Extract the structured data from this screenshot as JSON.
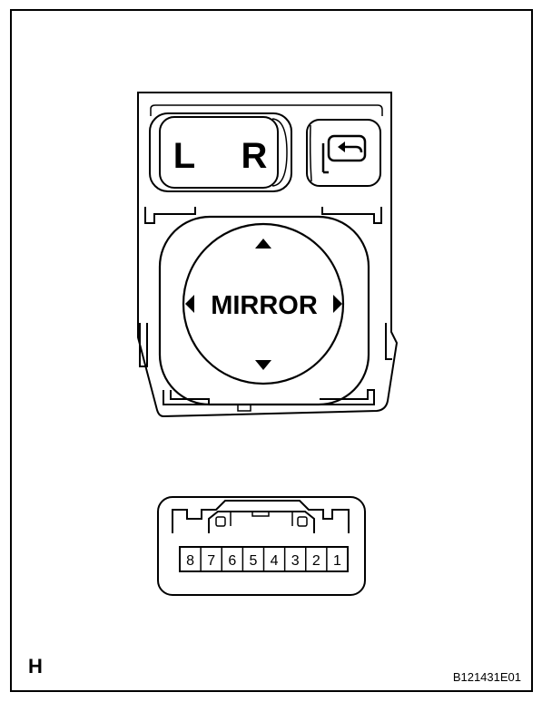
{
  "switch": {
    "left_label": "L",
    "right_label": "R",
    "pad_label": "MIRROR",
    "fold_icon": "mirror-fold-icon",
    "arrow_icons": [
      "up-arrow-icon",
      "down-arrow-icon",
      "left-arrow-icon",
      "right-arrow-icon"
    ]
  },
  "connector": {
    "pins": [
      "8",
      "7",
      "6",
      "5",
      "4",
      "3",
      "2",
      "1"
    ]
  },
  "footer": {
    "view_letter": "H",
    "figure_code": "B121431E01"
  }
}
